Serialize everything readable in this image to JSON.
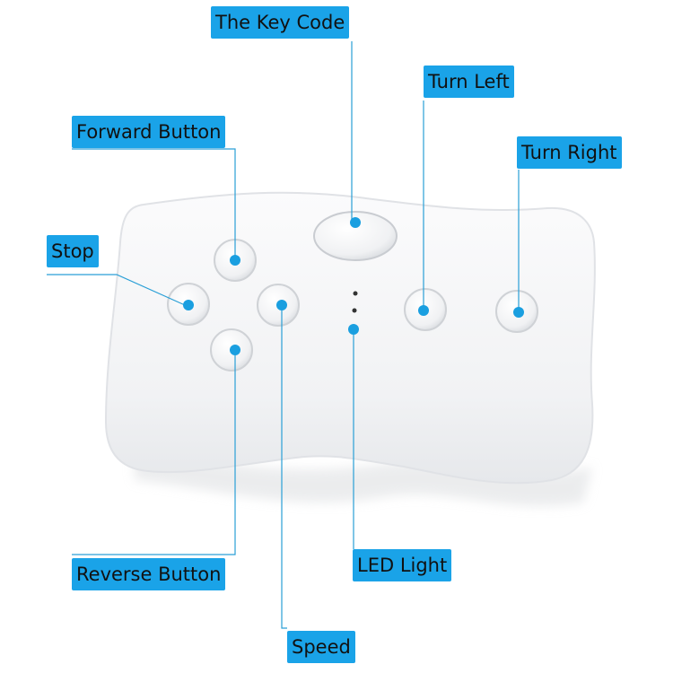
{
  "colors": {
    "label_bg": "#1aa3e8",
    "leader": "#2a9fd6",
    "dot": "#1a9fe0",
    "body": "#f4f5f7",
    "body_edge": "#e2e4e8"
  },
  "labels": {
    "key_code": "The Key Code",
    "turn_left": "Turn Left",
    "forward": "Forward Button",
    "turn_right": "Turn Right",
    "stop": "Stop",
    "reverse": "Reverse Button",
    "led": "LED Light",
    "speed": "Speed"
  }
}
